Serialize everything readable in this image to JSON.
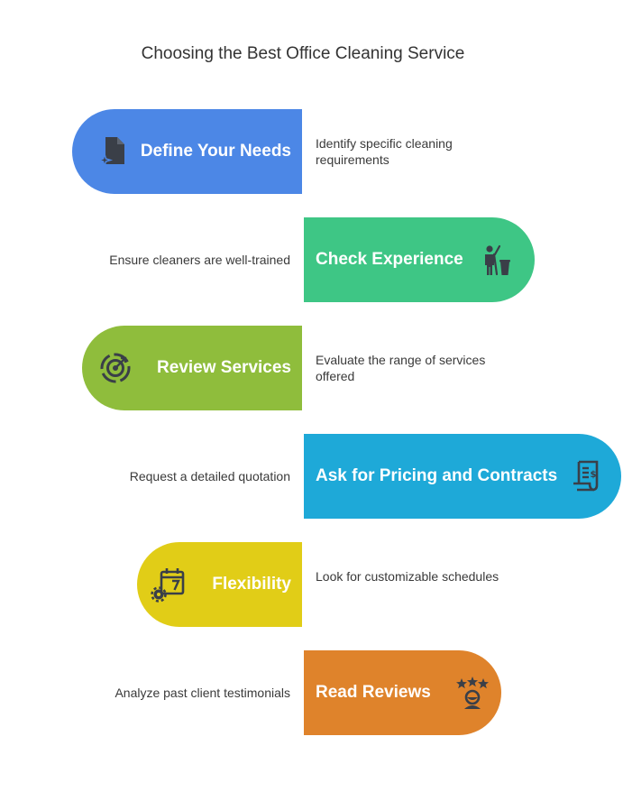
{
  "title": "Choosing the Best Office Cleaning Service",
  "colors": {
    "blue": "#4c87e6",
    "green": "#3ec685",
    "lime": "#8fbd3c",
    "cyan": "#1ea9d8",
    "yellow": "#e1cd17",
    "orange": "#df832b",
    "icon_dark": "#3a3f48"
  },
  "steps": [
    {
      "label": "Define Your Needs",
      "description": "Identify specific cleaning requirements",
      "icon": "document-sparkle-icon",
      "color": "#4c87e6"
    },
    {
      "label": "Check Experience",
      "description": "Ensure cleaners are well-trained",
      "icon": "janitor-icon",
      "color": "#3ec685"
    },
    {
      "label": "Review Services",
      "description": "Evaluate the range of services offered",
      "icon": "target-cycle-icon",
      "color": "#8fbd3c"
    },
    {
      "label": "Ask for Pricing and Contracts",
      "description": "Request a detailed quotation",
      "icon": "invoice-icon",
      "color": "#1ea9d8"
    },
    {
      "label": "Flexibility",
      "description": "Look for customizable schedules",
      "icon": "calendar-gear-icon",
      "color": "#e1cd17"
    },
    {
      "label": "Read Reviews",
      "description": "Analyze past client testimonials",
      "icon": "star-rating-icon",
      "color": "#df832b"
    }
  ]
}
